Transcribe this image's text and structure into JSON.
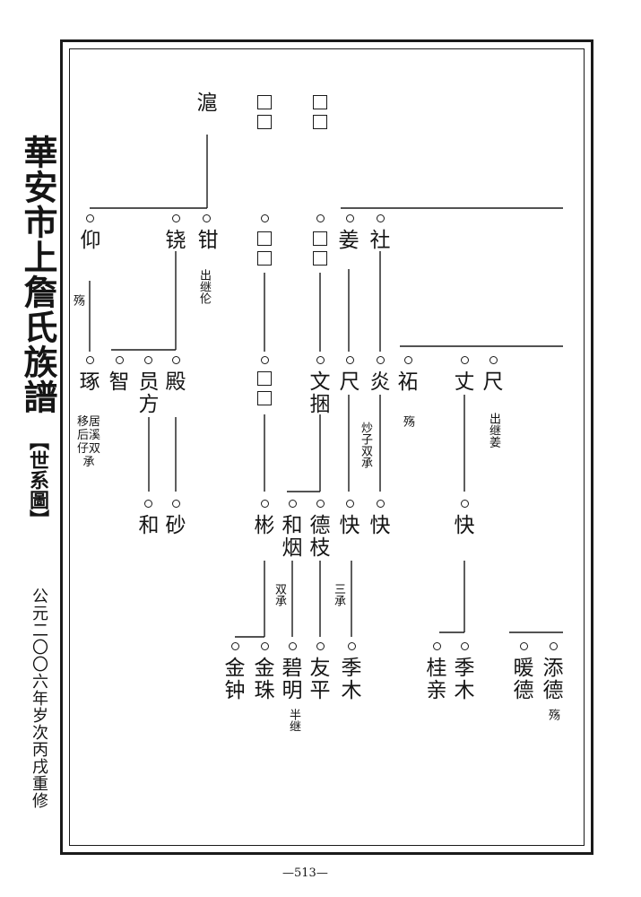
{
  "book_title": "華安市上詹氏族譜",
  "section_label": "【世系圖】",
  "date_line": "公元二〇〇六年岁次丙戌重修",
  "page_number": "—513—",
  "top_ancestor": "滬",
  "row1": {
    "yang": "仰",
    "nao": "铙",
    "qian": "钳",
    "jiang": "姜",
    "she": "社"
  },
  "row2": {
    "zhuo": "琢",
    "zhi": "智",
    "yuan_fang": "员方",
    "dian": "殿",
    "wen_qun": "文捆",
    "chi1": "尺",
    "yan": "炎",
    "shi": "祏",
    "zhang": "丈",
    "chi2": "尺"
  },
  "row3": {
    "he": "和",
    "sha": "砂",
    "bin": "彬",
    "he_yan": "和烟",
    "de_zhi": "德枝",
    "kuai1": "快",
    "kuai2": "快",
    "kuai3": "快"
  },
  "row4": {
    "jin_zhong": "金钟",
    "jin_zhu": "金珠",
    "bi_ming": "碧明",
    "you_ping": "友平",
    "ji_mu1": "季木",
    "gui_qin": "桂亲",
    "ji_mu2": "季木",
    "nuan_de": "暖德",
    "tian_de": "添德"
  },
  "notes": {
    "yang_shang": "殇",
    "qian_chuji": "出继伦",
    "zhuo_move": "移居后溪仔双承",
    "chi_shuangcheng": "炒子双承",
    "shi_shang": "殇",
    "chi2_chuji": "出继姜",
    "bin_shuangcheng": "双承",
    "dezhi_sancheng": "三承",
    "biming_banji": "半继",
    "tiande_shang": "殇"
  }
}
